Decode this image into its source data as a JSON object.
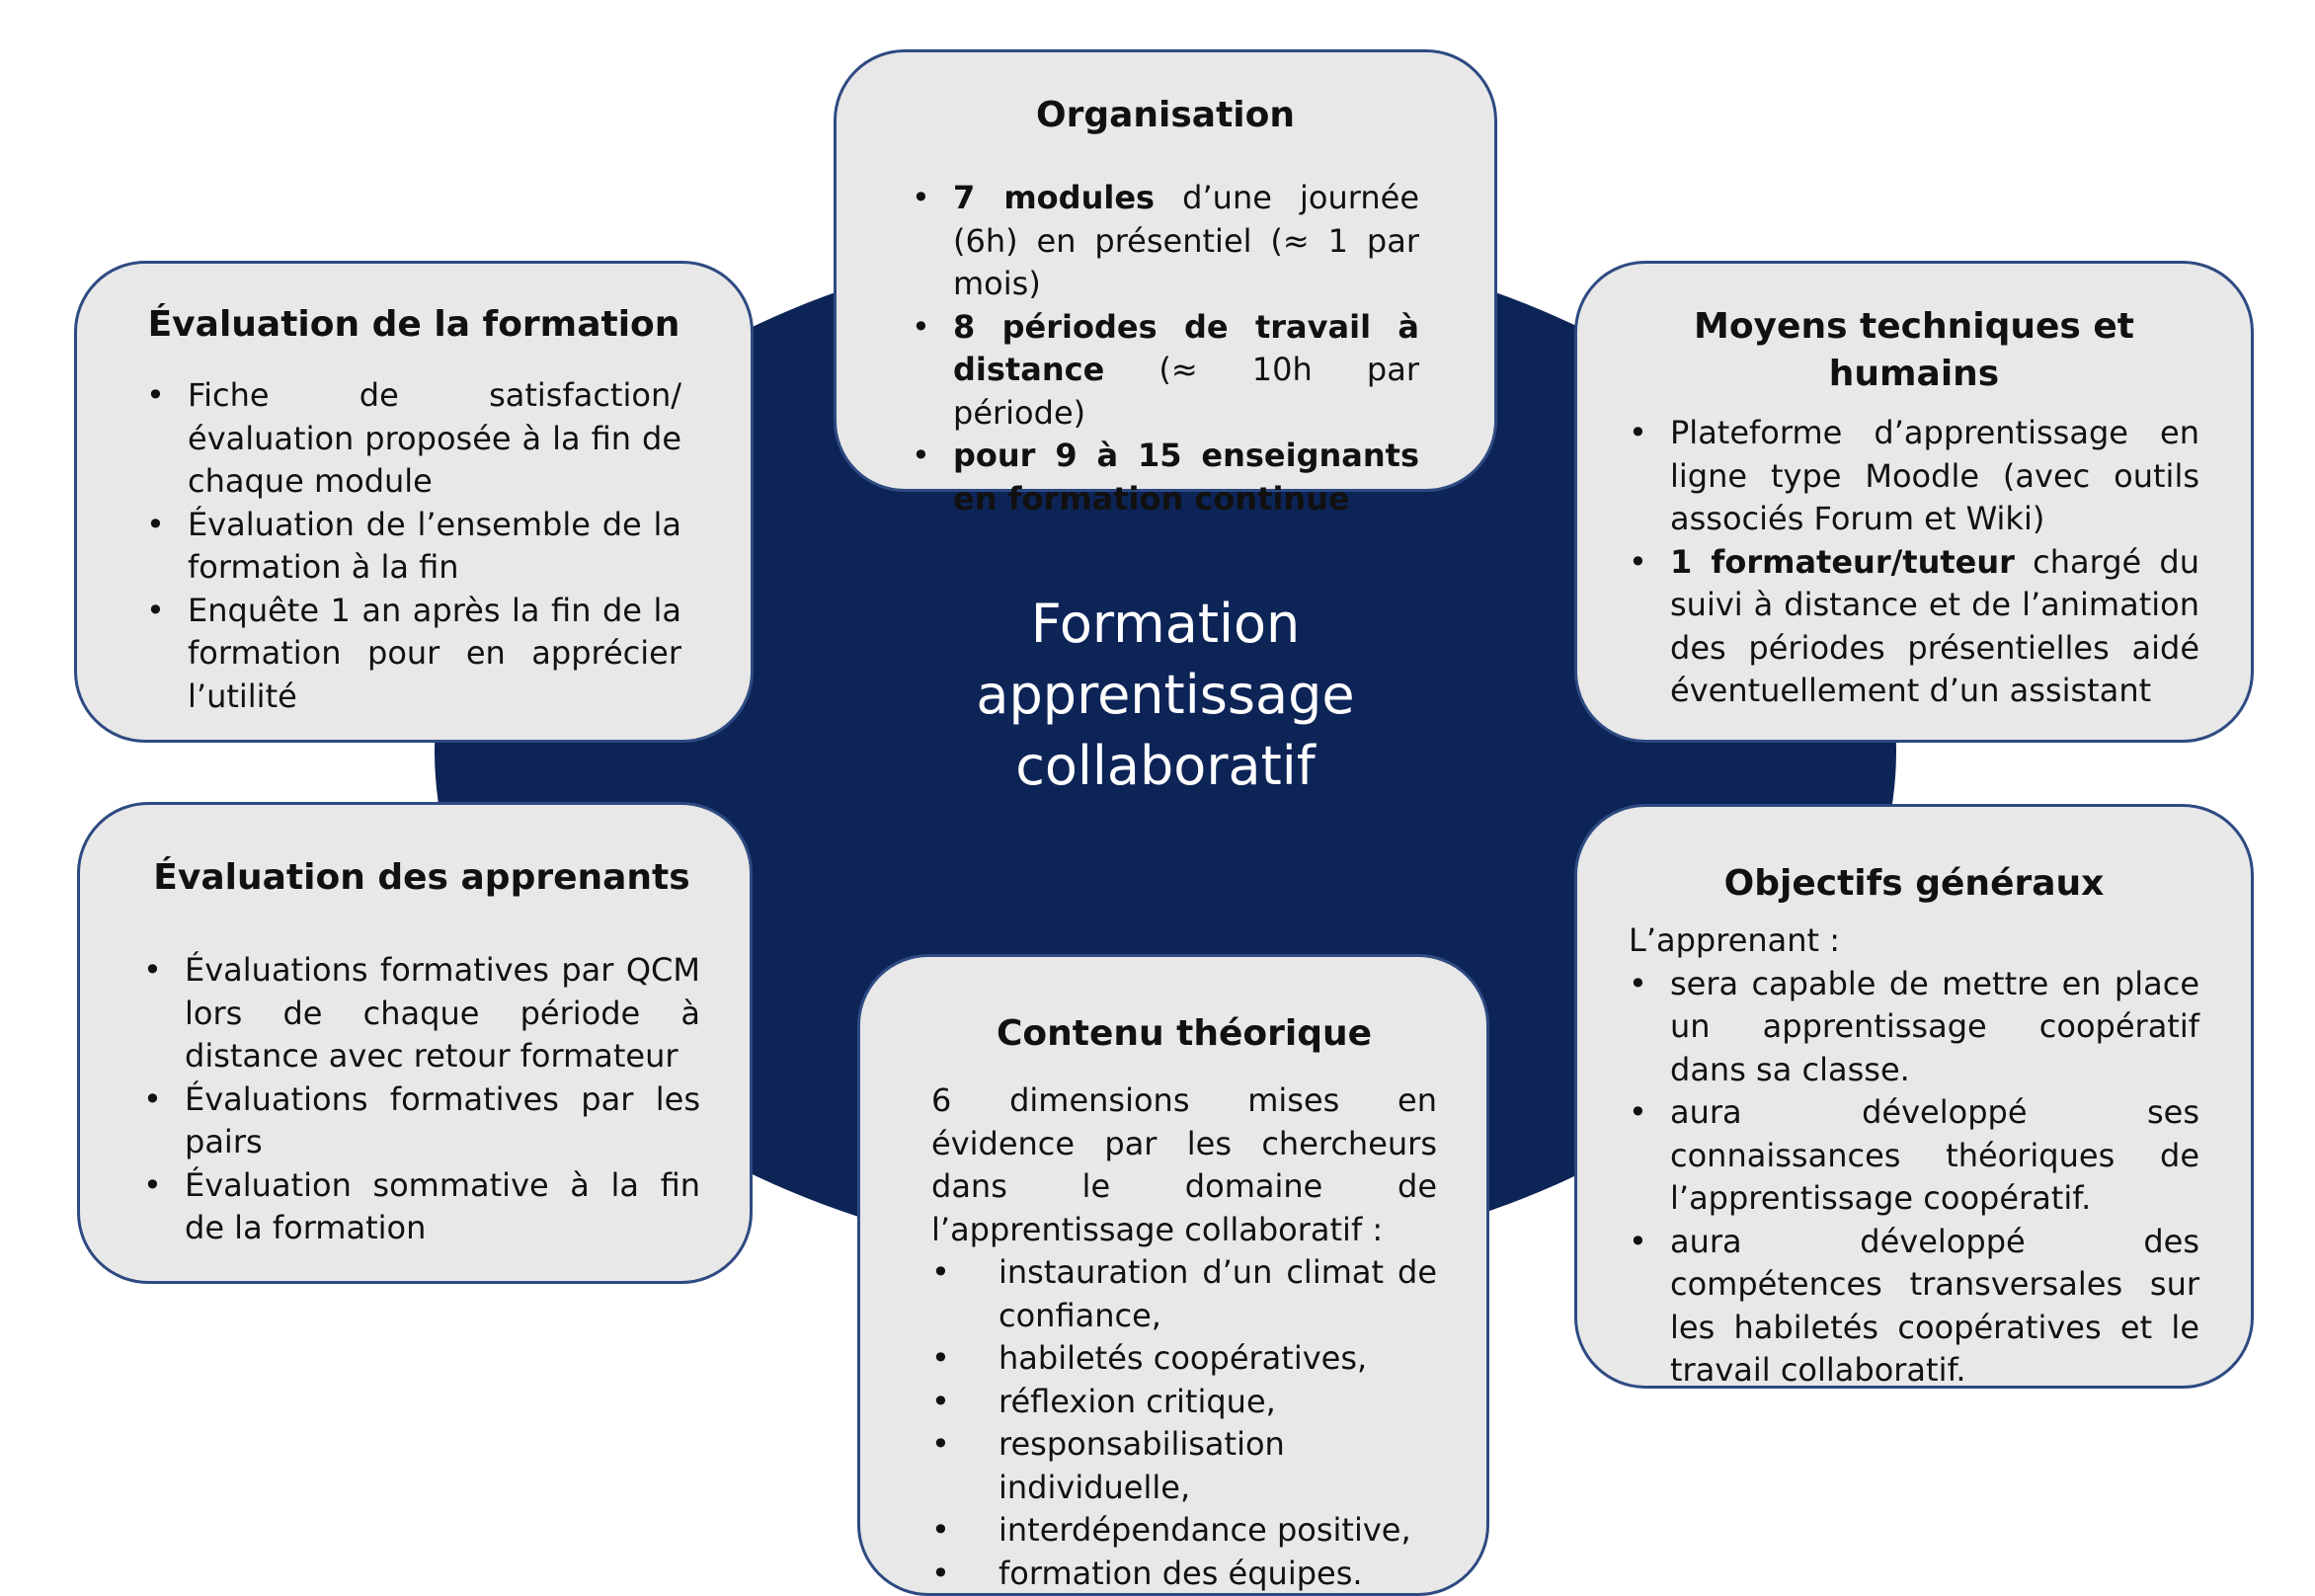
{
  "center": {
    "lines": [
      "Formation",
      "apprentissage",
      "collaboratif"
    ]
  },
  "organisation": {
    "title": "Organisation",
    "items": [
      {
        "bold": "7 modules",
        "text": " d’une journée (6h) en présentiel (≈ 1 par mois)"
      },
      {
        "bold": "8 périodes de travail à distance",
        "text": " (≈ 10h par période)"
      },
      {
        "bold": "pour 9 à 15 enseignants en formation continue",
        "text": ""
      }
    ]
  },
  "eval_formation": {
    "title": "Évaluation de la formation",
    "items": [
      "Fiche de satisfaction/évaluation proposée à la fin de chaque module",
      "Évaluation de l’ensemble de la formation à la fin",
      "Enquête 1 an après la fin de la formation pour en apprécier l’utilité"
    ]
  },
  "moyens": {
    "title_line1": "Moyens techniques et",
    "title_line2": "humains",
    "items": [
      {
        "bold": "",
        "text": "Plateforme d’apprentissage en ligne type Moodle (avec outils associés Forum et Wiki)"
      },
      {
        "bold": "1 formateur/tuteur",
        "text": " chargé du suivi à distance et de l’animation des périodes présentielles aidé éventuellement d’un assistant"
      }
    ]
  },
  "eval_apprenants": {
    "title": "Évaluation des apprenants",
    "items": [
      "Évaluations formatives par QCM lors de chaque période à distance avec retour formateur",
      "Évaluations formatives par les pairs",
      "Évaluation sommative à la fin de la formation"
    ]
  },
  "objectifs": {
    "title": "Objectifs généraux",
    "intro": "L’apprenant :",
    "items": [
      "sera capable de mettre en place un apprentissage coopératif dans sa classe.",
      "aura développé ses connaissances théoriques de l’apprentissage coopératif.",
      "aura développé des compétences transversales sur les habiletés coopératives et le travail collaboratif."
    ]
  },
  "contenu": {
    "title": "Contenu théorique",
    "intro": "6 dimensions mises en évidence par les chercheurs dans le domaine de l’apprentissage collaboratif :",
    "items": [
      "instauration d’un climat de confiance,",
      "habiletés coopératives,",
      "réflexion critique,",
      "responsabilisation individuelle,",
      "interdépendance positive,",
      "formation des équipes."
    ]
  },
  "colors": {
    "center_fill": "#0d2457",
    "box_fill": "#e8e8e8",
    "box_border": "#2e4a82",
    "center_text": "#ffffff"
  }
}
